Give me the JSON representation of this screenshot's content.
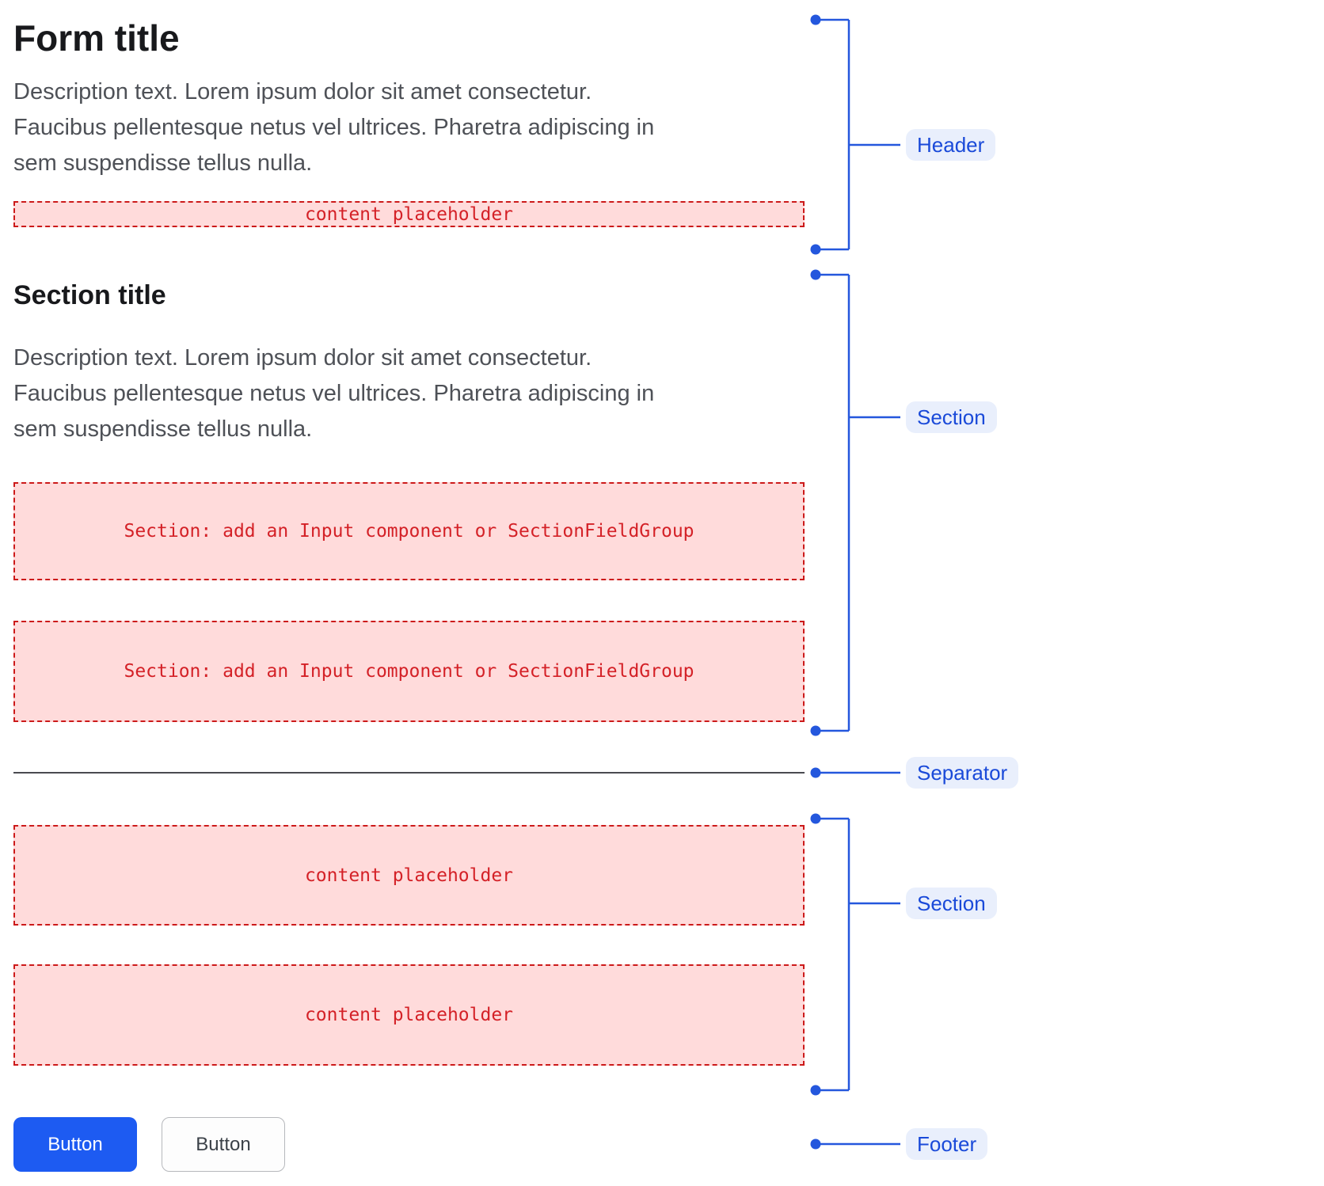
{
  "colors": {
    "accent_line": "#2457dd",
    "label_bg": "#e9effc",
    "label_text": "#1a4ad9",
    "placeholder_bg": "#ffdbdb",
    "placeholder_border": "#cc1a1a",
    "placeholder_text": "#d42127",
    "title_color": "#18191c",
    "description_color": "#4e5157",
    "separator_color": "#4a4b50",
    "primary_button_bg": "#1d5bf2",
    "secondary_button_border": "#b6b8bc",
    "secondary_button_text": "#3b4148"
  },
  "form": {
    "title": "Form title",
    "description_lines": [
      "Description text. Lorem ipsum dolor sit amet consectetur.",
      "Faucibus pellentesque netus vel ultrices. Pharetra adipiscing in",
      "sem suspendisse tellus nulla."
    ],
    "header_placeholder": "content placeholder"
  },
  "section": {
    "title": "Section title",
    "description_lines": [
      "Description text. Lorem ipsum dolor sit amet consectetur.",
      "Faucibus pellentesque netus vel ultrices. Pharetra adipiscing in",
      "sem suspendisse tellus nulla."
    ],
    "field_placeholders": [
      "Section: add an Input component or SectionFieldGroup",
      "Section: add an Input component or SectionFieldGroup"
    ]
  },
  "content_section": {
    "placeholders": [
      "content placeholder",
      "content placeholder"
    ]
  },
  "footer": {
    "primary_button_label": "Button",
    "secondary_button_label": "Button"
  },
  "annotations": {
    "header": "Header",
    "section_top": "Section",
    "separator": "Separator",
    "section_bottom": "Section",
    "footer": "Footer"
  }
}
